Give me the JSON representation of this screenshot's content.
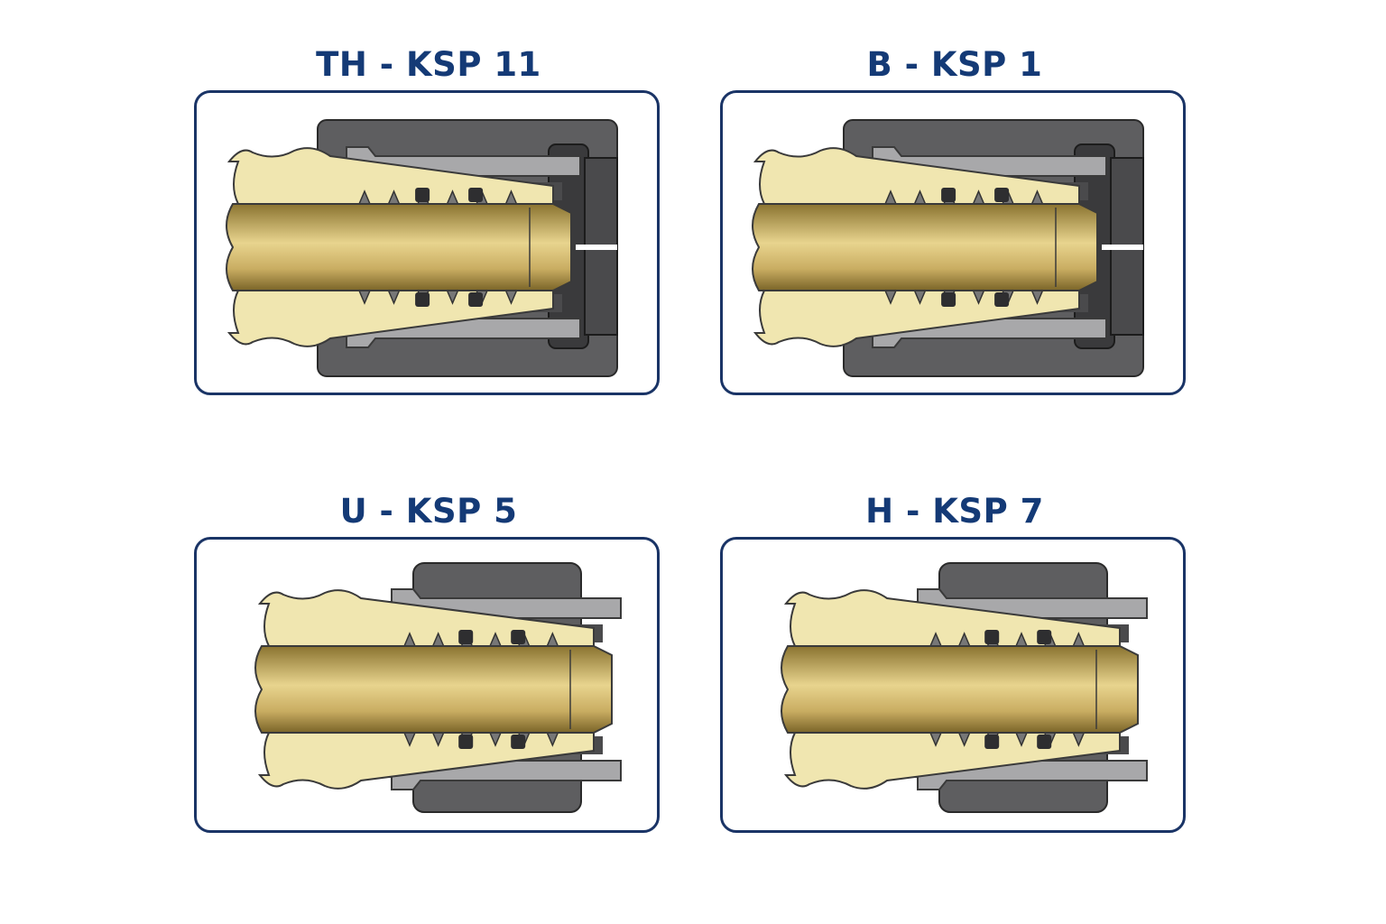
{
  "panels": [
    {
      "id": "th-ksp-11",
      "title": "TH - KSP 11",
      "variant": "long-sleeve-ring"
    },
    {
      "id": "b-ksp-1",
      "title": "B - KSP 1",
      "variant": "long-sleeve-ring"
    },
    {
      "id": "u-ksp-5",
      "title": "U - KSP 5",
      "variant": "short-sleeve"
    },
    {
      "id": "h-ksp-7",
      "title": "H - KSP 7",
      "variant": "short-sleeve"
    }
  ],
  "colors": {
    "title": "#143a76",
    "frame_border": "#1a3466",
    "sleeve": "#5e5e60",
    "sleeve_dark": "#3a3a3c",
    "insert": "#a8a8aa",
    "hose": "#f0e6b0",
    "bore": "#c9ad62",
    "seal": "#2e2e30"
  }
}
